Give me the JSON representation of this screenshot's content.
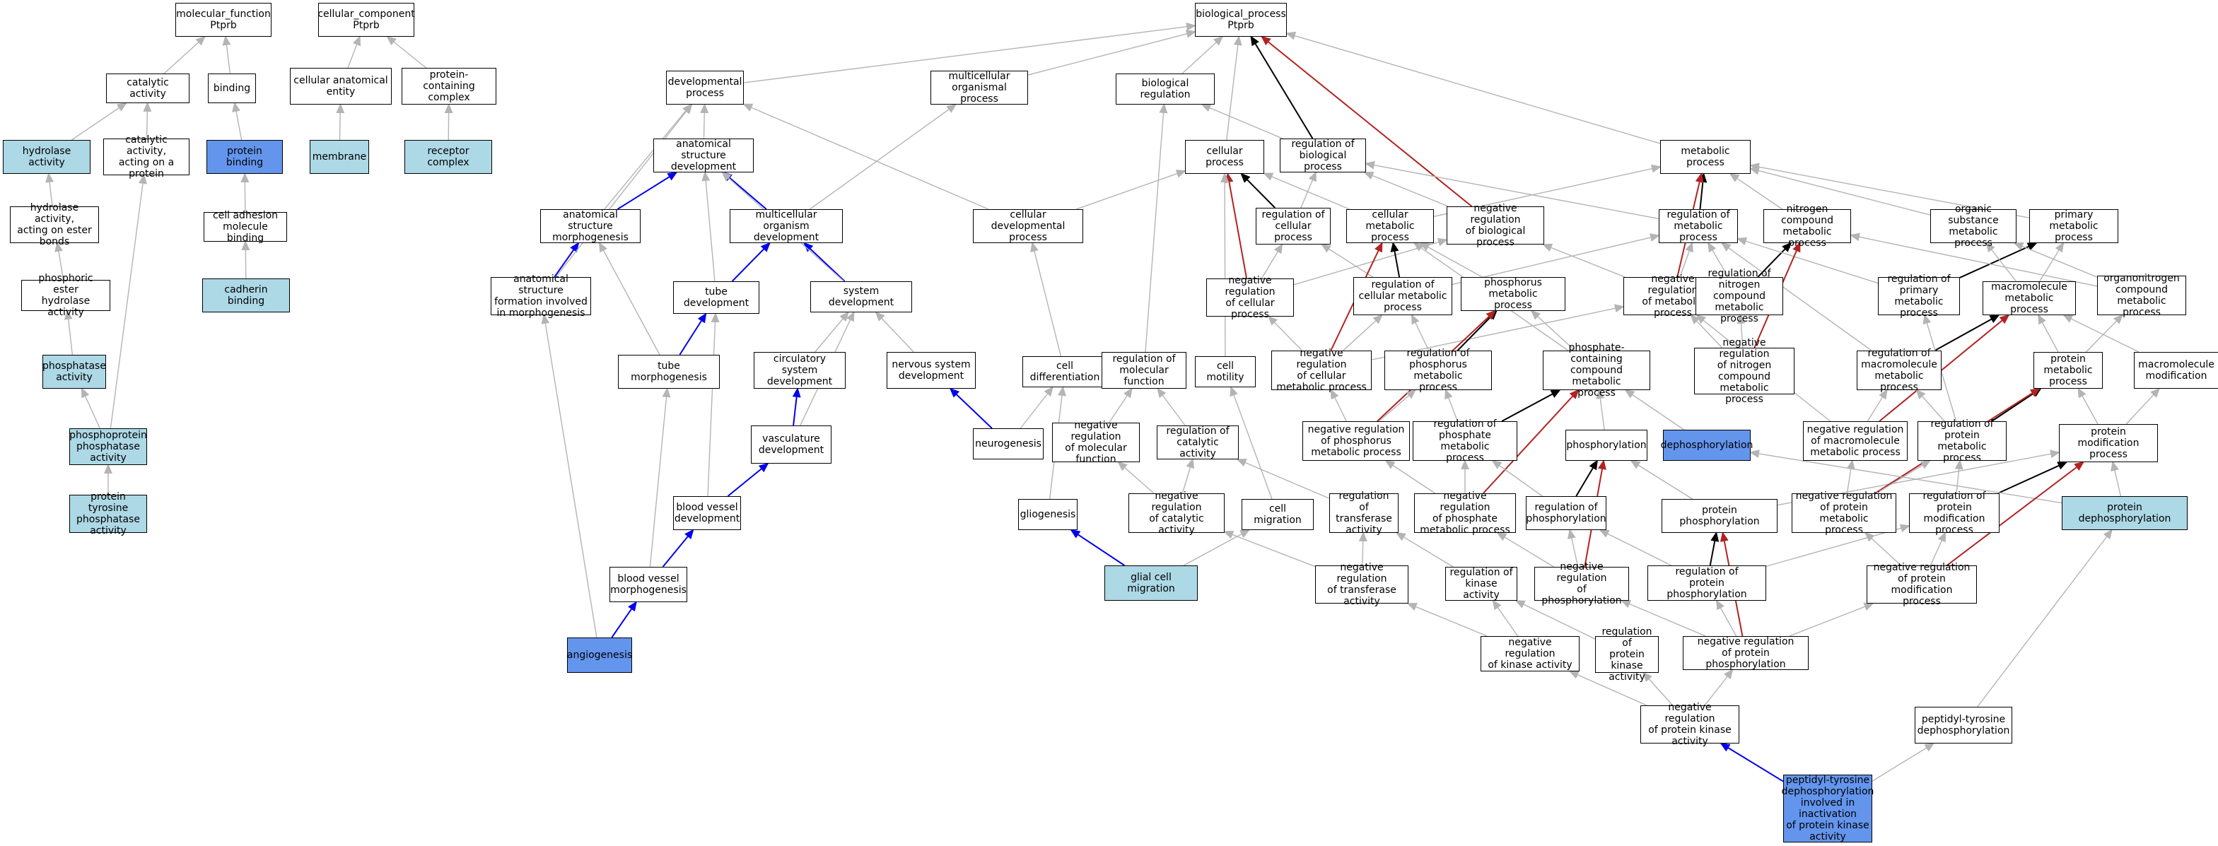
{
  "colors": {
    "default_fill": "#ffffff",
    "light_fill": "#add8e6",
    "blue_fill": "#6495ed",
    "grey_edge": "#b4b4b4",
    "black_edge": "#000000",
    "blue_edge": "#0000ee",
    "red_edge": "#b22222"
  },
  "nodes": {
    "mf": {
      "label": "molecular_function\nPtprb",
      "fill": "default"
    },
    "cc": {
      "label": "cellular_component\nPtprb",
      "fill": "default"
    },
    "bp": {
      "label": "biological_process\nPtprb",
      "fill": "default"
    },
    "catalytic": {
      "label": "catalytic activity",
      "fill": "default"
    },
    "binding": {
      "label": "binding",
      "fill": "default"
    },
    "cae": {
      "label": "cellular anatomical\nentity",
      "fill": "default"
    },
    "pcc": {
      "label": "protein-containing\ncomplex",
      "fill": "default"
    },
    "hydrolase": {
      "label": "hydrolase activity",
      "fill": "light"
    },
    "catprot": {
      "label": "catalytic activity,\nacting on a\nprotein",
      "fill": "default"
    },
    "protbind": {
      "label": "protein binding",
      "fill": "blue"
    },
    "membrane": {
      "label": "membrane",
      "fill": "light"
    },
    "receptor": {
      "label": "receptor complex",
      "fill": "light"
    },
    "hydester": {
      "label": "hydrolase activity,\nacting on ester\nbonds",
      "fill": "default"
    },
    "celladh": {
      "label": "cell adhesion\nmolecule binding",
      "fill": "default"
    },
    "cadherin": {
      "label": "cadherin binding",
      "fill": "light"
    },
    "phosester": {
      "label": "phosphoric ester\nhydrolase activity",
      "fill": "default"
    },
    "phosphatase": {
      "label": "phosphatase\nactivity",
      "fill": "light"
    },
    "ppp": {
      "label": "phosphoprotein\nphosphatase\nactivity",
      "fill": "light"
    },
    "ptp": {
      "label": "protein tyrosine\nphosphatase\nactivity",
      "fill": "light"
    },
    "devproc": {
      "label": "developmental\nprocess",
      "fill": "default"
    },
    "multiorg": {
      "label": "multicellular\norganismal process",
      "fill": "default"
    },
    "bioreg": {
      "label": "biological regulation",
      "fill": "default"
    },
    "asdev": {
      "label": "anatomical structure\ndevelopment",
      "fill": "default"
    },
    "cellproc": {
      "label": "cellular process",
      "fill": "default"
    },
    "regbio": {
      "label": "regulation of\nbiological process",
      "fill": "default"
    },
    "metab": {
      "label": "metabolic process",
      "fill": "default"
    },
    "asmorph": {
      "label": "anatomical structure\nmorphogenesis",
      "fill": "default"
    },
    "mod": {
      "label": "multicellular\norganism development",
      "fill": "default"
    },
    "celldev": {
      "label": "cellular developmental\nprocess",
      "fill": "default"
    },
    "regcell": {
      "label": "regulation of\ncellular process",
      "fill": "default"
    },
    "cellmet": {
      "label": "cellular metabolic\nprocess",
      "fill": "default"
    },
    "negbio": {
      "label": "negative regulation\nof biological\nprocess",
      "fill": "default"
    },
    "regmet": {
      "label": "regulation of\nmetabolic process",
      "fill": "default"
    },
    "ncmp": {
      "label": "nitrogen compound\nmetabolic process",
      "fill": "default"
    },
    "osmp": {
      "label": "organic substance\nmetabolic process",
      "fill": "default"
    },
    "pmp": {
      "label": "primary metabolic\nprocess",
      "fill": "default"
    },
    "asfm": {
      "label": "anatomical structure\nformation involved\nin morphogenesis",
      "fill": "default"
    },
    "tubedev": {
      "label": "tube development",
      "fill": "default"
    },
    "sysdev": {
      "label": "system development",
      "fill": "default"
    },
    "negcell": {
      "label": "negative regulation\nof cellular\nprocess",
      "fill": "default"
    },
    "regcellmet": {
      "label": "regulation of\ncellular metabolic\nprocess",
      "fill": "default"
    },
    "phosmet": {
      "label": "phosphorus metabolic\nprocess",
      "fill": "default"
    },
    "negmet": {
      "label": "negative regulation\nof metabolic\nprocess",
      "fill": "default"
    },
    "regncmp": {
      "label": "regulation of\nnitrogen compound\nmetabolic process",
      "fill": "default"
    },
    "regpmp": {
      "label": "regulation of\nprimary metabolic\nprocess",
      "fill": "default"
    },
    "macromet": {
      "label": "macromolecule\nmetabolic process",
      "fill": "default"
    },
    "orgnit": {
      "label": "organonitrogen\ncompound metabolic\nprocess",
      "fill": "default"
    },
    "tubemorph": {
      "label": "tube morphogenesis",
      "fill": "default"
    },
    "circ": {
      "label": "circulatory\nsystem development",
      "fill": "default"
    },
    "nervdev": {
      "label": "nervous system\ndevelopment",
      "fill": "default"
    },
    "celldiff": {
      "label": "cell differentiation",
      "fill": "default"
    },
    "regmolfn": {
      "label": "regulation of\nmolecular function",
      "fill": "default"
    },
    "cellmot": {
      "label": "cell motility",
      "fill": "default"
    },
    "negcellmet": {
      "label": "negative regulation\nof cellular\nmetabolic process",
      "fill": "default"
    },
    "regphosmet": {
      "label": "regulation of\nphosphorus metabolic\nprocess",
      "fill": "default"
    },
    "pccmp": {
      "label": "phosphate-containing\ncompound metabolic\nprocess",
      "fill": "default"
    },
    "negncmp": {
      "label": "negative regulation\nof nitrogen\ncompound metabolic\nprocess",
      "fill": "default"
    },
    "regmacro": {
      "label": "regulation of\nmacromolecule\nmetabolic process",
      "fill": "default"
    },
    "protmet": {
      "label": "protein metabolic\nprocess",
      "fill": "default"
    },
    "macromod": {
      "label": "macromolecule\nmodification",
      "fill": "default"
    },
    "vascdev": {
      "label": "vasculature\ndevelopment",
      "fill": "default"
    },
    "neurogen": {
      "label": "neurogenesis",
      "fill": "default"
    },
    "negmolfn": {
      "label": "negative regulation\nof molecular\nfunction",
      "fill": "default"
    },
    "regcat": {
      "label": "regulation of\ncatalytic activity",
      "fill": "default"
    },
    "negphosmet": {
      "label": "negative regulation\nof phosphorus\nmetabolic process",
      "fill": "default"
    },
    "regphatemet": {
      "label": "regulation of\nphosphate metabolic\nprocess",
      "fill": "default"
    },
    "phosphorylation": {
      "label": "phosphorylation",
      "fill": "default"
    },
    "dephos": {
      "label": "dephosphorylation",
      "fill": "blue"
    },
    "negmacro": {
      "label": "negative regulation\nof macromolecule\nmetabolic process",
      "fill": "default"
    },
    "regprotmet": {
      "label": "regulation of\nprotein metabolic\nprocess",
      "fill": "default"
    },
    "protmod": {
      "label": "protein modification\nprocess",
      "fill": "default"
    },
    "bvdev": {
      "label": "blood vessel\ndevelopment",
      "fill": "default"
    },
    "glio": {
      "label": "gliogenesis",
      "fill": "default"
    },
    "negcat": {
      "label": "negative regulation\nof catalytic\nactivity",
      "fill": "default"
    },
    "cellmig": {
      "label": "cell migration",
      "fill": "default"
    },
    "regtrans": {
      "label": "regulation of\ntransferase\nactivity",
      "fill": "default"
    },
    "negphatemet": {
      "label": "negative regulation\nof phosphate\nmetabolic process",
      "fill": "default"
    },
    "regphos": {
      "label": "regulation of\nphosphorylation",
      "fill": "default"
    },
    "protphos": {
      "label": "protein phosphorylation",
      "fill": "default"
    },
    "negprotmet": {
      "label": "negative regulation\nof protein metabolic\nprocess",
      "fill": "default"
    },
    "regprotmod": {
      "label": "regulation of\nprotein modification\nprocess",
      "fill": "default"
    },
    "protdephos": {
      "label": "protein dephosphorylation",
      "fill": "light"
    },
    "bvmorph": {
      "label": "blood vessel\nmorphogenesis",
      "fill": "default"
    },
    "glialmig": {
      "label": "glial cell migration",
      "fill": "light"
    },
    "negtrans": {
      "label": "negative regulation\nof transferase\nactivity",
      "fill": "default"
    },
    "regkin": {
      "label": "regulation of\nkinase activity",
      "fill": "default"
    },
    "negphos": {
      "label": "negative regulation\nof phosphorylation",
      "fill": "default"
    },
    "regprotphos": {
      "label": "regulation of\nprotein phosphorylation",
      "fill": "default"
    },
    "negprotmod": {
      "label": "negative regulation\nof protein modification\nprocess",
      "fill": "default"
    },
    "angio": {
      "label": "angiogenesis",
      "fill": "blue"
    },
    "negkin": {
      "label": "negative regulation\nof kinase activity",
      "fill": "default"
    },
    "regpkin": {
      "label": "regulation of\nprotein kinase\nactivity",
      "fill": "default"
    },
    "negprotphos": {
      "label": "negative regulation\nof protein phosphorylation",
      "fill": "default"
    },
    "negpkin": {
      "label": "negative regulation\nof protein kinase\nactivity",
      "fill": "default"
    },
    "ptyrdephos": {
      "label": "peptidyl-tyrosine\ndephosphorylation",
      "fill": "default"
    },
    "target": {
      "label": "peptidyl-tyrosine\ndephosphorylation\ninvolved in\ninactivation\nof protein kinase\nactivity",
      "fill": "blue"
    }
  },
  "edges": [
    [
      "catalytic",
      "mf",
      "is_a"
    ],
    [
      "binding",
      "mf",
      "is_a"
    ],
    [
      "cae",
      "cc",
      "is_a"
    ],
    [
      "pcc",
      "cc",
      "is_a"
    ],
    [
      "hydrolase",
      "catalytic",
      "is_a"
    ],
    [
      "catprot",
      "catalytic",
      "is_a"
    ],
    [
      "protbind",
      "binding",
      "is_a"
    ],
    [
      "membrane",
      "cae",
      "is_a"
    ],
    [
      "receptor",
      "pcc",
      "is_a"
    ],
    [
      "hydester",
      "hydrolase",
      "is_a"
    ],
    [
      "celladh",
      "protbind",
      "is_a"
    ],
    [
      "cadherin",
      "celladh",
      "is_a"
    ],
    [
      "phosester",
      "hydester",
      "is_a"
    ],
    [
      "phosphatase",
      "phosester",
      "is_a"
    ],
    [
      "ppp",
      "phosphatase",
      "is_a"
    ],
    [
      "ppp",
      "catprot",
      "is_a"
    ],
    [
      "ptp",
      "ppp",
      "is_a"
    ],
    [
      "devproc",
      "bp",
      "is_a"
    ],
    [
      "multiorg",
      "bp",
      "is_a"
    ],
    [
      "bioreg",
      "bp",
      "is_a"
    ],
    [
      "cellproc",
      "bp",
      "is_a"
    ],
    [
      "metab",
      "bp",
      "is_a"
    ],
    [
      "regbio",
      "bp",
      "regulates"
    ],
    [
      "negbio",
      "bp",
      "neg_reg"
    ],
    [
      "asdev",
      "devproc",
      "is_a"
    ],
    [
      "asmorph",
      "asdev",
      "part_of"
    ],
    [
      "mod",
      "asdev",
      "part_of"
    ],
    [
      "celldev",
      "devproc",
      "is_a"
    ],
    [
      "mod",
      "multiorg",
      "is_a"
    ],
    [
      "regbio",
      "bioreg",
      "is_a"
    ],
    [
      "regmolfn",
      "bioreg",
      "is_a"
    ],
    [
      "celldev",
      "cellproc",
      "is_a"
    ],
    [
      "regcell",
      "cellproc",
      "regulates"
    ],
    [
      "negcell",
      "cellproc",
      "neg_reg"
    ],
    [
      "cellmet",
      "cellproc",
      "is_a"
    ],
    [
      "cellmot",
      "cellproc",
      "is_a"
    ],
    [
      "regcell",
      "regbio",
      "is_a"
    ],
    [
      "negbio",
      "regbio",
      "is_a"
    ],
    [
      "regmet",
      "regbio",
      "is_a"
    ],
    [
      "regmet",
      "metab",
      "regulates"
    ],
    [
      "ncmp",
      "metab",
      "is_a"
    ],
    [
      "osmp",
      "metab",
      "is_a"
    ],
    [
      "pmp",
      "metab",
      "is_a"
    ],
    [
      "cellmet",
      "metab",
      "is_a"
    ],
    [
      "negmet",
      "metab",
      "neg_reg"
    ],
    [
      "asmorph",
      "devproc",
      "is_a"
    ],
    [
      "asfm",
      "asmorph",
      "part_of"
    ],
    [
      "asfm",
      "devproc",
      "is_a"
    ],
    [
      "tubedev",
      "asdev",
      "is_a"
    ],
    [
      "tubedev",
      "mod",
      "part_of"
    ],
    [
      "sysdev",
      "mod",
      "part_of"
    ],
    [
      "sysdev",
      "asdev",
      "is_a"
    ],
    [
      "celldiff",
      "celldev",
      "is_a"
    ],
    [
      "negcell",
      "regcell",
      "is_a"
    ],
    [
      "negcell",
      "negbio",
      "is_a"
    ],
    [
      "regcellmet",
      "cellmet",
      "regulates"
    ],
    [
      "regcellmet",
      "regcell",
      "is_a"
    ],
    [
      "regcellmet",
      "regmet",
      "is_a"
    ],
    [
      "phosmet",
      "cellmet",
      "is_a"
    ],
    [
      "negmet",
      "negbio",
      "is_a"
    ],
    [
      "negmet",
      "regmet",
      "is_a"
    ],
    [
      "regncmp",
      "ncmp",
      "regulates"
    ],
    [
      "regncmp",
      "regmet",
      "is_a"
    ],
    [
      "regpmp",
      "pmp",
      "regulates"
    ],
    [
      "regpmp",
      "regmet",
      "is_a"
    ],
    [
      "macromet",
      "pmp",
      "is_a"
    ],
    [
      "macromet",
      "osmp",
      "is_a"
    ],
    [
      "orgnit",
      "ncmp",
      "is_a"
    ],
    [
      "orgnit",
      "osmp",
      "is_a"
    ],
    [
      "tubemorph",
      "asmorph",
      "is_a"
    ],
    [
      "tubemorph",
      "tubedev",
      "part_of"
    ],
    [
      "circ",
      "sysdev",
      "is_a"
    ],
    [
      "nervdev",
      "sysdev",
      "is_a"
    ],
    [
      "negcellmet",
      "cellmet",
      "neg_reg"
    ],
    [
      "negcellmet",
      "negcell",
      "is_a"
    ],
    [
      "negcellmet",
      "regcellmet",
      "is_a"
    ],
    [
      "negcellmet",
      "negmet",
      "is_a"
    ],
    [
      "regphosmet",
      "phosmet",
      "regulates"
    ],
    [
      "regphosmet",
      "regcellmet",
      "is_a"
    ],
    [
      "pccmp",
      "phosmet",
      "is_a"
    ],
    [
      "pccmp",
      "cellmet",
      "is_a"
    ],
    [
      "negncmp",
      "ncmp",
      "neg_reg"
    ],
    [
      "negncmp",
      "regncmp",
      "is_a"
    ],
    [
      "negncmp",
      "negmet",
      "is_a"
    ],
    [
      "regmacro",
      "macromet",
      "regulates"
    ],
    [
      "regmacro",
      "regmet",
      "is_a"
    ],
    [
      "protmet",
      "macromet",
      "is_a"
    ],
    [
      "protmet",
      "orgnit",
      "is_a"
    ],
    [
      "macromod",
      "macromet",
      "is_a"
    ],
    [
      "vascdev",
      "circ",
      "part_of"
    ],
    [
      "vascdev",
      "sysdev",
      "is_a"
    ],
    [
      "neurogen",
      "nervdev",
      "part_of"
    ],
    [
      "neurogen",
      "celldiff",
      "is_a"
    ],
    [
      "negmolfn",
      "regmolfn",
      "is_a"
    ],
    [
      "regcat",
      "regmolfn",
      "is_a"
    ],
    [
      "negphosmet",
      "phosmet",
      "neg_reg"
    ],
    [
      "negphosmet",
      "regphosmet",
      "is_a"
    ],
    [
      "negphosmet",
      "negcellmet",
      "is_a"
    ],
    [
      "regphatemet",
      "pccmp",
      "regulates"
    ],
    [
      "regphatemet",
      "regphosmet",
      "is_a"
    ],
    [
      "phosphorylation",
      "pccmp",
      "is_a"
    ],
    [
      "dephos",
      "pccmp",
      "is_a"
    ],
    [
      "negmacro",
      "macromet",
      "neg_reg"
    ],
    [
      "negmacro",
      "regmacro",
      "is_a"
    ],
    [
      "negmacro",
      "negmet",
      "is_a"
    ],
    [
      "regprotmet",
      "protmet",
      "regulates"
    ],
    [
      "regprotmet",
      "regmacro",
      "is_a"
    ],
    [
      "regprotmet",
      "regpmp",
      "is_a"
    ],
    [
      "protmod",
      "protmet",
      "is_a"
    ],
    [
      "protmod",
      "macromod",
      "is_a"
    ],
    [
      "bvdev",
      "vascdev",
      "part_of"
    ],
    [
      "bvdev",
      "tubedev",
      "is_a"
    ],
    [
      "glio",
      "celldiff",
      "is_a"
    ],
    [
      "negcat",
      "regcat",
      "is_a"
    ],
    [
      "negcat",
      "negmolfn",
      "is_a"
    ],
    [
      "cellmig",
      "cellmot",
      "is_a"
    ],
    [
      "regtrans",
      "regcat",
      "is_a"
    ],
    [
      "negphatemet",
      "pccmp",
      "neg_reg"
    ],
    [
      "negphatemet",
      "regphatemet",
      "is_a"
    ],
    [
      "negphatemet",
      "negphosmet",
      "is_a"
    ],
    [
      "regphos",
      "phosphorylation",
      "regulates"
    ],
    [
      "regphos",
      "regphatemet",
      "is_a"
    ],
    [
      "protphos",
      "phosphorylation",
      "is_a"
    ],
    [
      "protphos",
      "protmod",
      "is_a"
    ],
    [
      "negprotmet",
      "protmet",
      "neg_reg"
    ],
    [
      "negprotmet",
      "regprotmet",
      "is_a"
    ],
    [
      "negprotmet",
      "negmacro",
      "is_a"
    ],
    [
      "regprotmod",
      "protmod",
      "regulates"
    ],
    [
      "regprotmod",
      "regprotmet",
      "is_a"
    ],
    [
      "protdephos",
      "protmod",
      "is_a"
    ],
    [
      "protdephos",
      "dephos",
      "is_a"
    ],
    [
      "bvmorph",
      "bvdev",
      "part_of"
    ],
    [
      "bvmorph",
      "tubemorph",
      "is_a"
    ],
    [
      "glialmig",
      "glio",
      "part_of"
    ],
    [
      "glialmig",
      "cellmig",
      "is_a"
    ],
    [
      "negtrans",
      "regtrans",
      "is_a"
    ],
    [
      "negtrans",
      "negcat",
      "is_a"
    ],
    [
      "regkin",
      "regtrans",
      "is_a"
    ],
    [
      "negphos",
      "phosphorylation",
      "neg_reg"
    ],
    [
      "negphos",
      "regphos",
      "is_a"
    ],
    [
      "negphos",
      "negphatemet",
      "is_a"
    ],
    [
      "regprotphos",
      "protphos",
      "regulates"
    ],
    [
      "regprotphos",
      "regphos",
      "is_a"
    ],
    [
      "regprotphos",
      "regprotmod",
      "is_a"
    ],
    [
      "negprotmod",
      "protmod",
      "neg_reg"
    ],
    [
      "negprotmod",
      "regprotmod",
      "is_a"
    ],
    [
      "negprotmod",
      "negprotmet",
      "is_a"
    ],
    [
      "angio",
      "bvmorph",
      "part_of"
    ],
    [
      "angio",
      "asfm",
      "is_a"
    ],
    [
      "negkin",
      "regkin",
      "is_a"
    ],
    [
      "negkin",
      "negtrans",
      "is_a"
    ],
    [
      "regpkin",
      "regkin",
      "is_a"
    ],
    [
      "negprotphos",
      "protphos",
      "neg_reg"
    ],
    [
      "negprotphos",
      "regprotphos",
      "is_a"
    ],
    [
      "negprotphos",
      "negphos",
      "is_a"
    ],
    [
      "negprotphos",
      "negprotmod",
      "is_a"
    ],
    [
      "negpkin",
      "regpkin",
      "is_a"
    ],
    [
      "negpkin",
      "negkin",
      "is_a"
    ],
    [
      "negpkin",
      "negprotphos",
      "is_a"
    ],
    [
      "ptyrdephos",
      "protdephos",
      "is_a"
    ],
    [
      "target",
      "negpkin",
      "part_of"
    ],
    [
      "target",
      "ptyrdephos",
      "is_a"
    ]
  ]
}
